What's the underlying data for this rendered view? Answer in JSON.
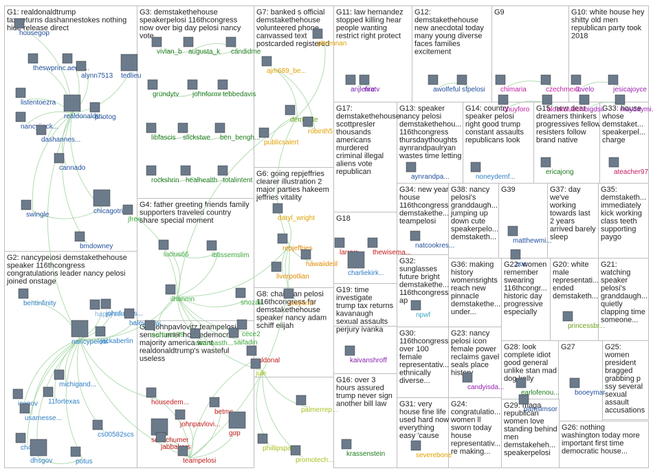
{
  "graph": {
    "groups": [
      {
        "id": "G1",
        "lines": [
          "G1: realdonaldtrump",
          "tax returns dashannestokes nothing",
          "hide release direct"
        ]
      },
      {
        "id": "G2",
        "lines": [
          "G2: nancypelosi demstakethehouse",
          "speaker 116thcongress",
          "congratulations leader nancy pelosi",
          "joined onstage"
        ]
      },
      {
        "id": "G3",
        "lines": [
          "G3: demstakethehouse",
          "speakerpelosi 116thcongress",
          "now over big day pelosi nancy",
          "vote"
        ]
      },
      {
        "id": "G4",
        "lines": [
          "G4: father greeting friends family",
          "supporters traveled country",
          "share special moment"
        ]
      },
      {
        "id": "G5",
        "lines": [
          "G5: johnpavlovitz teampelosi",
          "senschumer housedemocrats",
          "majority america want",
          "realdonaldtrump's wasteful",
          "useless"
        ]
      },
      {
        "id": "G6",
        "lines": [
          "G6: going repjeffries",
          "clearer illustration 2",
          "major parties hakeem",
          "jeffries vitality"
        ]
      },
      {
        "id": "G7",
        "lines": [
          "G7: banked s official",
          "demstakethehouse",
          "volunteered phone",
          "canvassed text",
          "postcarded registered"
        ]
      },
      {
        "id": "G8",
        "lines": [
          "G8: chairman pelosi",
          "116thcongress far",
          "demstakethehouse",
          "speaker nancy adam",
          "schiff elijah"
        ]
      },
      {
        "id": "G9",
        "lines": [
          "G9"
        ]
      },
      {
        "id": "G10",
        "lines": [
          "G10: white house hey",
          "shitty old men",
          "republican party took",
          "2018"
        ]
      },
      {
        "id": "G11",
        "lines": [
          "G11: law hernandez",
          "stopped killing hear",
          "people wanting",
          "restrict right protect"
        ]
      },
      {
        "id": "G12",
        "lines": [
          "G12:",
          "demstakethehouse",
          "new anecdotal today",
          "many young diverse",
          "faces families",
          "excitement"
        ]
      },
      {
        "id": "G13",
        "lines": [
          "G13: speaker",
          "nancy pelosi",
          "demstakethehou...",
          "116thcongress",
          "thursdaythoughts",
          "aynrandpaulryan",
          "wastes time letting"
        ]
      },
      {
        "id": "G14",
        "lines": [
          "G14: country",
          "speaker pelosi",
          "right good trump",
          "constant assaults",
          "republicans look"
        ]
      },
      {
        "id": "G15",
        "lines": [
          "G15: new dear",
          "dreamers thinkers",
          "progressives fellow",
          "resisters follow",
          "brand native"
        ]
      },
      {
        "id": "G16",
        "lines": [
          "G16: over 3",
          "hours assured",
          "trump never sign",
          "another bill law"
        ]
      },
      {
        "id": "G17",
        "lines": [
          "G17:",
          "demstakethehouse",
          "scottpresler",
          "thousands",
          "americans",
          "murdered",
          "criminal illegal",
          "aliens vote",
          "republican"
        ]
      },
      {
        "id": "G18",
        "lines": [
          "G18"
        ]
      },
      {
        "id": "G19",
        "lines": [
          "G19: time",
          "investigate",
          "trump tax returns",
          "kavanaugh",
          "sexual assaults",
          "perjury ivanka"
        ]
      },
      {
        "id": "G20",
        "lines": [
          "G20: white",
          "male",
          "representati...",
          "ended",
          "demstaketh..."
        ]
      },
      {
        "id": "G21",
        "lines": [
          "G21:",
          "watching",
          "speaker",
          "pelosi's",
          "granddaugh...",
          "quietly",
          "clapping time",
          "someone..."
        ]
      },
      {
        "id": "G22",
        "lines": [
          "G22: women",
          "remember",
          "swearing",
          "116thcongr...",
          "historic day",
          "progressive",
          "especially"
        ]
      },
      {
        "id": "G23",
        "lines": [
          "G23: nancy",
          "pelosi icon",
          "female power",
          "reclaims gavel",
          "seals place",
          "history"
        ]
      },
      {
        "id": "G24",
        "lines": [
          "G24:",
          "congratulatio...",
          "women ll",
          "sworn today",
          "house",
          "representativ...",
          "re making..."
        ]
      },
      {
        "id": "G25",
        "lines": [
          "G25:",
          "women",
          "president",
          "bragged",
          "grabbing p",
          "ssy several",
          "sexual",
          "assault",
          "accusations"
        ]
      },
      {
        "id": "G26",
        "lines": [
          "G26: nothing",
          "washington today more",
          "important first time",
          "democratic house..."
        ]
      },
      {
        "id": "G27",
        "lines": [
          "G27"
        ]
      },
      {
        "id": "G28",
        "lines": [
          "G28: look",
          "complete idiot",
          "good general",
          "unlike stan mad",
          "dog kelly"
        ]
      },
      {
        "id": "G29",
        "lines": [
          "G29: maga",
          "republican",
          "women love",
          "standing behind",
          "men",
          "demstakeheh...",
          "speakerpelosi"
        ]
      },
      {
        "id": "G30",
        "lines": [
          "G30:",
          "116thcongress",
          "over 100",
          "female",
          "representativ...",
          "ethnically",
          "diverse..."
        ]
      },
      {
        "id": "G31",
        "lines": [
          "G31: very",
          "house fine life",
          "used hard now",
          "everything",
          "easy 'cause"
        ]
      },
      {
        "id": "G32",
        "lines": [
          "G32:",
          "sunglasses",
          "future bright",
          "demstakethe...",
          "116thcongress",
          "ap"
        ]
      },
      {
        "id": "G33",
        "lines": [
          "G33: house",
          "whose",
          "demstaket...",
          "speakerpel...",
          "charge"
        ]
      },
      {
        "id": "G34",
        "lines": [
          "G34: new year",
          "house",
          "116thcongress",
          "demstakethe...",
          "teampelosi"
        ]
      },
      {
        "id": "G35",
        "lines": [
          "G35:",
          "demstaketh...",
          "immediately",
          "kick working",
          "class teeth",
          "supporting",
          "paygo"
        ]
      },
      {
        "id": "G36",
        "lines": [
          "G36: making",
          "history",
          "womensrights",
          "reach new",
          "pinnacle",
          "demstakethe...",
          "under..."
        ]
      },
      {
        "id": "G37",
        "lines": [
          "G37: day",
          "we've",
          "working",
          "towards last",
          "2 years",
          "arrived barely",
          "sleep"
        ]
      },
      {
        "id": "G38",
        "lines": [
          "G38: nancy",
          "pelosi's",
          "granddaugh...",
          "jumping up",
          "down cute",
          "speakerpelo...",
          "demstaketh..."
        ]
      },
      {
        "id": "G39",
        "lines": [
          "G39"
        ]
      }
    ],
    "nodes": [
      {
        "label": "housegop",
        "color": "#1f4e9c"
      },
      {
        "label": "theswprinc...",
        "color": "#1f4e9c"
      },
      {
        "label": "aedw...",
        "color": "#1f4e9c"
      },
      {
        "label": "alynn7513",
        "color": "#1f4e9c"
      },
      {
        "label": "tedlieu",
        "color": "#1f4e9c"
      },
      {
        "label": "listentoezra",
        "color": "#1f4e9c"
      },
      {
        "label": "realdonaldt...",
        "color": "#1f4e9c"
      },
      {
        "label": "photog",
        "color": "#1f4e9c"
      },
      {
        "label": "nancyjjack...",
        "color": "#1f4e9c"
      },
      {
        "label": "dashannes...",
        "color": "#1f4e9c"
      },
      {
        "label": "cannado",
        "color": "#1f4e9c"
      },
      {
        "label": "swingle",
        "color": "#1f4e9c"
      },
      {
        "label": "chicagotrib...",
        "color": "#1f4e9c"
      },
      {
        "label": "bmdowney",
        "color": "#1f4e9c"
      },
      {
        "label": "bentinfinity",
        "color": "#2e7fc4"
      },
      {
        "label": "happysorc...",
        "color": "#7fb3dd"
      },
      {
        "label": "johnfugels...",
        "color": "#2e7fc4"
      },
      {
        "label": "haleybaay...",
        "color": "#2e7fc4"
      },
      {
        "label": "nancypelosi",
        "color": "#2e7fc4"
      },
      {
        "label": "jackaberlin",
        "color": "#2e7fc4"
      },
      {
        "label": "michigand...",
        "color": "#2e7fc4"
      },
      {
        "label": "icegov",
        "color": "#2e7fc4"
      },
      {
        "label": "11fortexas",
        "color": "#2e7fc4"
      },
      {
        "label": "usamesse...",
        "color": "#2e7fc4"
      },
      {
        "label": "cs00582scs",
        "color": "#2e7fc4"
      },
      {
        "label": "ch4liet",
        "color": "#2e7fc4"
      },
      {
        "label": "dhsgov",
        "color": "#2e7fc4"
      },
      {
        "label": "potus",
        "color": "#2e7fc4"
      },
      {
        "label": "vivian_b",
        "color": "#1d7a1d"
      },
      {
        "label": "augusta_k",
        "color": "#1d7a1d"
      },
      {
        "label": "candidme",
        "color": "#1d7a1d"
      },
      {
        "label": "grundytv",
        "color": "#1d7a1d"
      },
      {
        "label": "johnformr",
        "color": "#1d7a1d"
      },
      {
        "label": "tebbedavis",
        "color": "#1d7a1d"
      },
      {
        "label": "libfascis",
        "color": "#1d7a1d"
      },
      {
        "label": "slickstwe",
        "color": "#1d7a1d"
      },
      {
        "label": "ben_bengh...",
        "color": "#1d7a1d"
      },
      {
        "label": "rockshrin",
        "color": "#1d7a1d"
      },
      {
        "label": "healhealth",
        "color": "#1d7a1d"
      },
      {
        "label": "totalintent",
        "color": "#1d7a1d"
      },
      {
        "label": "jfree",
        "color": "#3aa63a"
      },
      {
        "label": "lucius66",
        "color": "#3aa63a"
      },
      {
        "label": "ibtissemslim",
        "color": "#3aa63a"
      },
      {
        "label": "ilhanmn",
        "color": "#3aa63a"
      },
      {
        "label": "snozair",
        "color": "#3aa63a"
      },
      {
        "label": "saifadin",
        "color": "#3aa63a"
      },
      {
        "label": "martinc178",
        "color": "#3aa63a"
      },
      {
        "label": "deannasth...",
        "color": "#3aa63a"
      },
      {
        "label": "cece2",
        "color": "#3aa63a"
      },
      {
        "label": "housedem...",
        "color": "#c41a1a"
      },
      {
        "label": "johnpavlovi...",
        "color": "#c41a1a"
      },
      {
        "label": "betmc",
        "color": "#c41a1a"
      },
      {
        "label": "senschumer",
        "color": "#c41a1a"
      },
      {
        "label": "jabbakars",
        "color": "#c41a1a"
      },
      {
        "label": "gop",
        "color": "#c41a1a"
      },
      {
        "label": "teampelosi",
        "color": "#c41a1a"
      },
      {
        "label": "realdonal",
        "color": "#c41a1a"
      },
      {
        "label": "ajm689_be...",
        "color": "#e0a000"
      },
      {
        "label": "pbrennan",
        "color": "#e0a000"
      },
      {
        "label": "demwrite",
        "color": "#6aa01a"
      },
      {
        "label": "robinth5",
        "color": "#e0a000"
      },
      {
        "label": "publicsalert",
        "color": "#e0a000"
      },
      {
        "label": "daryl_wright",
        "color": "#e0a000"
      },
      {
        "label": "repjeffries",
        "color": "#e08a00"
      },
      {
        "label": "hawaiidelil",
        "color": "#e08a00"
      },
      {
        "label": "liverpotlian",
        "color": "#e08a00"
      },
      {
        "label": "only4rm",
        "color": "#e08a00"
      },
      {
        "label": "jule",
        "color": "#a8c020"
      },
      {
        "label": "palmerrep...",
        "color": "#a8c020"
      },
      {
        "label": "phillipspaula",
        "color": "#a8c020"
      },
      {
        "label": "promotech...",
        "color": "#a8c020"
      },
      {
        "label": "anjlefire",
        "color": "#7a1fb0"
      },
      {
        "label": "nratv",
        "color": "#7a1fb0"
      },
      {
        "label": "awolfeful",
        "color": "#1f4e9c"
      },
      {
        "label": "sfpelosi",
        "color": "#1f4e9c"
      },
      {
        "label": "chimaria",
        "color": "#c020a0"
      },
      {
        "label": "czechmex1",
        "color": "#c020a0"
      },
      {
        "label": "chuyforo",
        "color": "#c020a0"
      },
      {
        "label": "blockclubchi",
        "color": "#c020a0"
      },
      {
        "label": "lovelo",
        "color": "#9a20b0"
      },
      {
        "label": "jesicajoyce",
        "color": "#9a20b0"
      },
      {
        "label": "bigdsir",
        "color": "#9a20b0"
      },
      {
        "label": "maydaymi...",
        "color": "#9a20b0"
      },
      {
        "label": "aynrandpa...",
        "color": "#1f4e9c"
      },
      {
        "label": "noneydemf...",
        "color": "#2e7fc4"
      },
      {
        "label": "ericajong",
        "color": "#1d7a1d"
      },
      {
        "label": "ateacher97",
        "color": "#c41a60"
      },
      {
        "label": "natcookres...",
        "color": "#1f4e9c"
      },
      {
        "label": "matthewmi...",
        "color": "#1f4e9c"
      },
      {
        "label": "aoc",
        "color": "#1f4e9c"
      },
      {
        "label": "larrarr",
        "color": "#c41a1a"
      },
      {
        "label": "thewisema...",
        "color": "#c41a1a"
      },
      {
        "label": "charliekirk...",
        "color": "#2e7fc4"
      },
      {
        "label": "kaivanshroff",
        "color": "#8a20b0"
      },
      {
        "label": "krassenstein",
        "color": "#1d7a1d"
      },
      {
        "label": "severebone",
        "color": "#e0a000"
      },
      {
        "label": "npwf",
        "color": "#3aa6c0"
      },
      {
        "label": "princessbr...",
        "color": "#6aa01a"
      },
      {
        "label": "candyisda...",
        "color": "#9a20b0"
      },
      {
        "label": "earlofenou...",
        "color": "#1d7a1d"
      },
      {
        "label": "booeymar",
        "color": "#1f4e9c"
      },
      {
        "label": "pamsimsor",
        "color": "#1f4e9c"
      }
    ]
  }
}
